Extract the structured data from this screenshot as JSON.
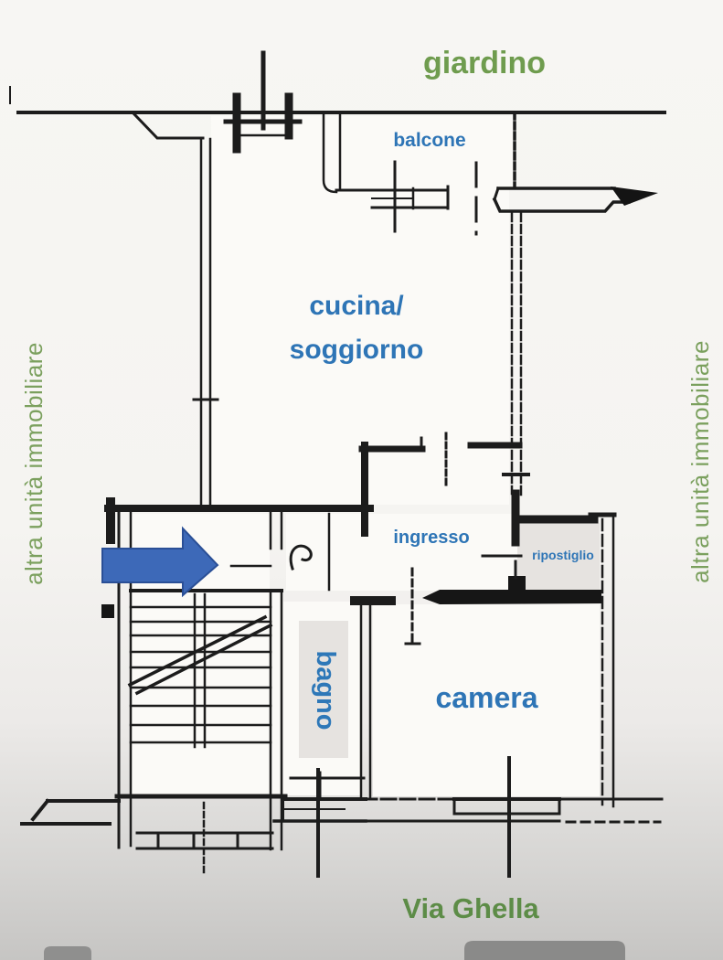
{
  "floor_plan": {
    "garden_label": "giardino",
    "street_label": "Via Ghella",
    "adjacent_unit_left": "altra unità immobiliare",
    "adjacent_unit_right": "altra unità immobiliare",
    "rooms": {
      "balcone": "balcone",
      "cucina_line1": "cucina/",
      "cucina_line2": "soggiorno",
      "ingresso": "ingresso",
      "ripostiglio": "ripostiglio",
      "camera": "camera",
      "bagno": "bagno"
    },
    "entrance_arrow": {
      "icon": "right-arrow",
      "direction": "right",
      "fill_color": "#3d69b8",
      "border_color": "#2a4f96"
    },
    "colors": {
      "room_label_blue": "#2e75b6",
      "exterior_label_green": "#6f9c4e",
      "side_label_green": "#7ba05e",
      "street_label_green": "#5d8c47",
      "ink": "#1c1c1c",
      "closet_fill": "#e6e3e0"
    }
  }
}
